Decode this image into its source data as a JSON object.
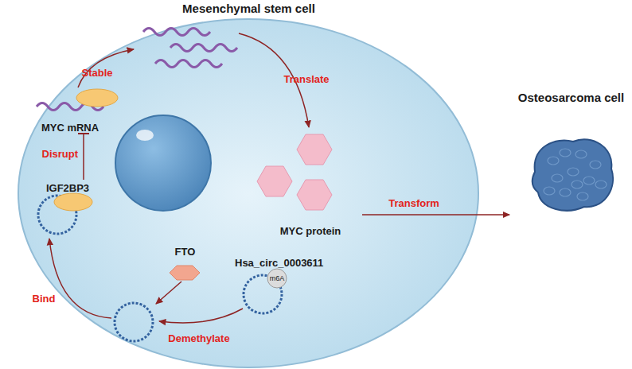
{
  "diagram": {
    "nodes": [
      {
        "text": [
          "Mesenchymal stem cell"
        ]
      },
      {
        "text": [
          "MYC mRNA"
        ],
        "in": 0
      },
      {
        "text": [
          "MYC protein"
        ],
        "in": 0
      },
      {
        "text": [
          "IGF2BP3"
        ],
        "in": 0
      },
      {
        "text": [
          "FTO"
        ],
        "in": 0
      },
      {
        "text": [
          "Hsa_circ_0003611",
          "m6A"
        ],
        "in": 0
      },
      {
        "text": [
          "Osteosarcoma cell"
        ]
      }
    ],
    "edges": [
      {
        "from": 2,
        "to": 6,
        "label": "Transform",
        "arrow": "to"
      },
      {
        "from": 3,
        "to": 1,
        "label": "Disrupt",
        "arrow": "to"
      }
    ],
    "labels": [
      "Stable",
      "Translate",
      "Bind",
      "Demethylate"
    ]
  }
}
